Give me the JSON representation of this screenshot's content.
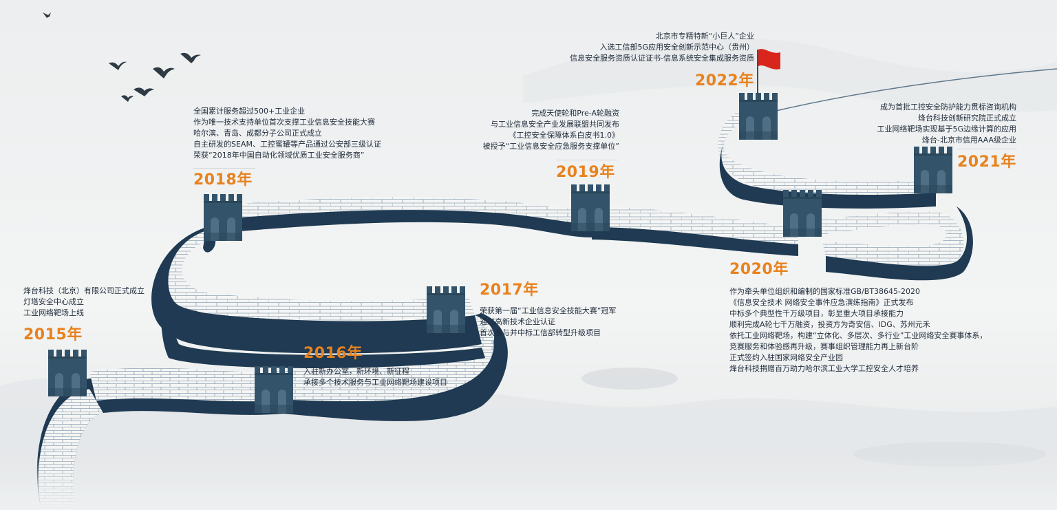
{
  "milestones": [
    {
      "year": "2015年",
      "events": [
        "烽台科技（北京）有限公司正式成立",
        "灯塔安全中心成立",
        "工业网络靶场上线"
      ]
    },
    {
      "year": "2016年",
      "events": [
        "入驻新办公室，新环境、新征程",
        "承接多个技术服务与工业网络靶场建设项目"
      ]
    },
    {
      "year": "2017年",
      "events": [
        "荣获第一届“工业信息安全技能大赛”冠军",
        "通过高新技术企业认证",
        "首次参与并中标工信部转型升级项目"
      ]
    },
    {
      "year": "2018年",
      "events": [
        "全国累计服务超过500+工业企业",
        "作为唯一技术支持单位首次支撑工业信息安全技能大赛",
        "哈尔滨、青岛、成都分子公司正式成立",
        "自主研发的SEAM、工控蜜罐等产品通过公安部三级认证",
        "荣获“2018年中国自动化领域优质工业安全服务商”"
      ]
    },
    {
      "year": "2019年",
      "events": [
        "完成天使轮和Pre-A轮融资",
        "与工业信息安全产业发展联盟共同发布",
        "《工控安全保障体系白皮书1.0》",
        "被授予“工业信息安全应急服务支撑单位”"
      ]
    },
    {
      "year": "2020年",
      "events": [
        "作为牵头单位组织和编制的国家标准GB/BT38645-2020",
        "《信息安全技术 网络安全事件应急演练指南》正式发布",
        "中标多个典型性千万级项目，彰显重大项目承接能力",
        "顺利完成A轮七千万融资，投资方为奇安信、IDG、苏州元禾",
        "依托工业网络靶场，构建“立体化、多层次、多行业”工业网络安全赛事体系，",
        "竞赛服务和体验感再升级，赛事组织管理能力再上新台阶",
        "正式签约入驻国家网络安全产业园",
        "烽台科技捐赠百万助力哈尔滨工业大学工控安全人才培养"
      ]
    },
    {
      "year": "2021年",
      "events": [
        "成为首批工控安全防护能力贯标咨询机构",
        "烽台科技创新研究院正式成立",
        "工业网络靶场实现基于5G边缘计算的应用",
        "烽台-北京市信用AAA级企业"
      ]
    },
    {
      "year": "2022年",
      "events": [
        "北京市专精特新“小巨人”企业",
        "入选工信部5G应用安全创新示范中心（贵州）",
        "信息安全服务资质认证证书-信息系统安全集成服务资质"
      ]
    }
  ],
  "colors": {
    "year": "#e8821e",
    "wall_dark": "#1f3a52",
    "wall_face": "#f3f4f3",
    "tower": "#34546d",
    "flag": "#d9261c",
    "text": "#1f2b3a"
  },
  "icons": {
    "birds": "flying-birds-icon",
    "flag": "red-flag-icon",
    "tower": "watchtower-icon"
  }
}
